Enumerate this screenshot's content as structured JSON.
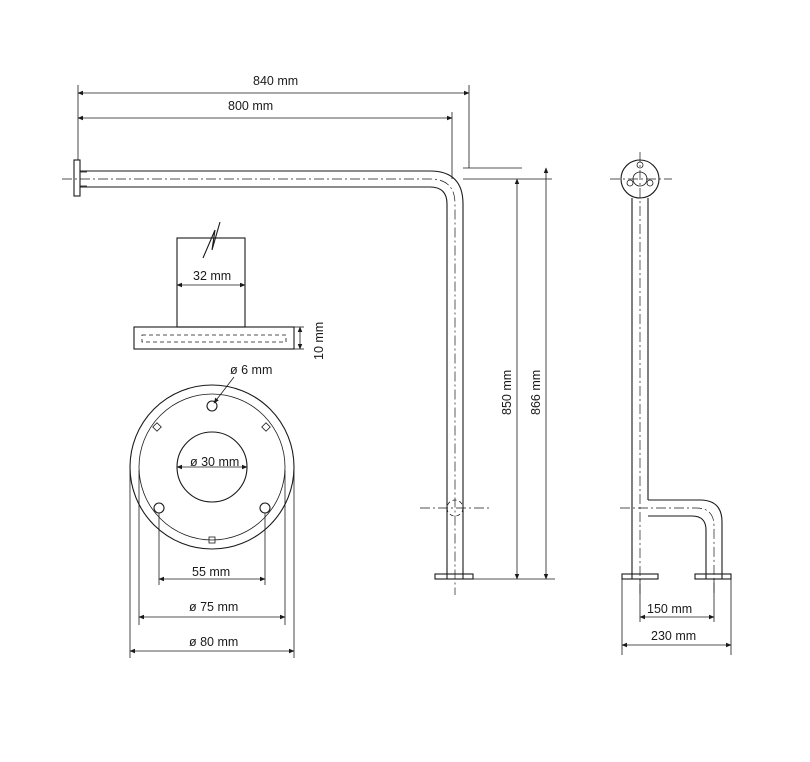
{
  "labels": {
    "top_840": "840 mm",
    "top_800": "800 mm",
    "plate_32": "32 mm",
    "plate_10": "10 mm",
    "hole_6": "ø 6 mm",
    "inner_30": "ø 30 mm",
    "dist_55": "55 mm",
    "dia_75": "ø 75 mm",
    "dia_80": "ø 80 mm",
    "height_850": "850 mm",
    "height_866": "866 mm",
    "width_150": "150 mm",
    "width_230": "230 mm"
  }
}
